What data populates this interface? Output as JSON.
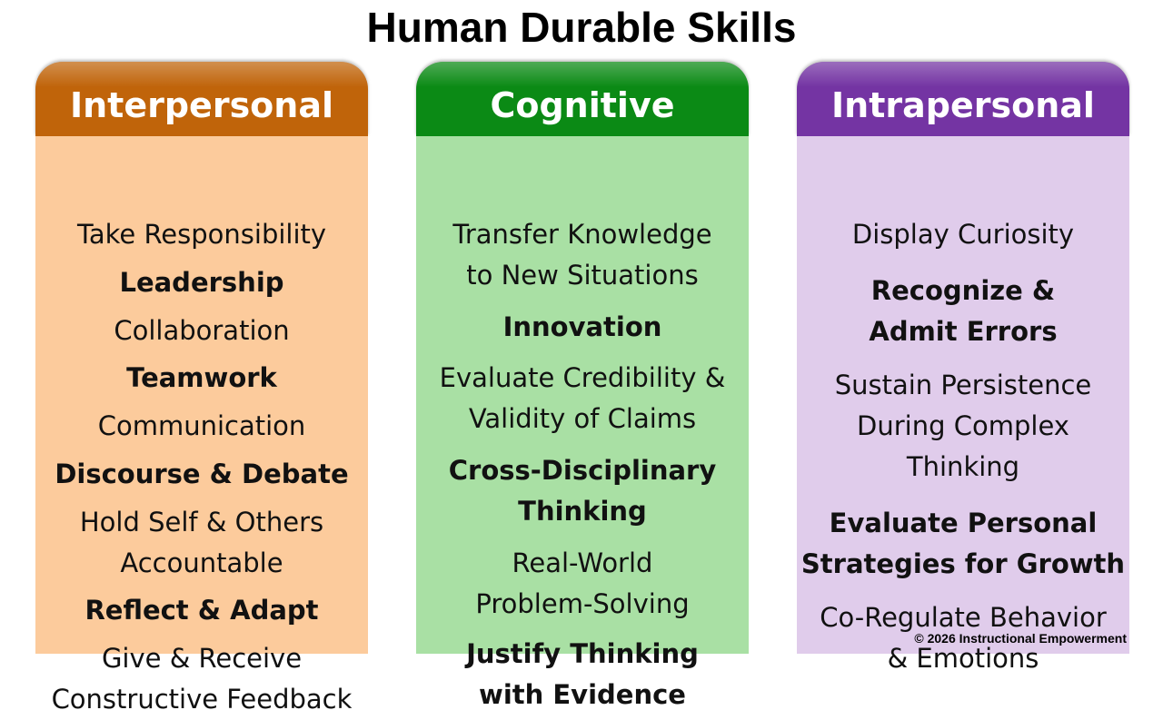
{
  "title": "Human Durable Skills",
  "colors": {
    "interpersonal_header": "#C0640A",
    "interpersonal_body": "#FCCB9C",
    "cognitive_header": "#0B8A15",
    "cognitive_body": "#A9E0A4",
    "intrapersonal_header": "#7434A3",
    "intrapersonal_body": "#E0CCEB"
  },
  "columns": [
    {
      "heading": "Interpersonal",
      "skills": [
        {
          "text": "Take Responsibility",
          "bold": false
        },
        {
          "text": "Leadership",
          "bold": true
        },
        {
          "text": "Collaboration",
          "bold": false
        },
        {
          "text": "Teamwork",
          "bold": true
        },
        {
          "text": "Communication",
          "bold": false
        },
        {
          "text": "Discourse & Debate",
          "bold": true
        },
        {
          "text": "Hold Self & Others\nAccountable",
          "bold": false
        },
        {
          "text": "Reflect & Adapt",
          "bold": true
        },
        {
          "text": "Give & Receive\nConstructive Feedback",
          "bold": false
        }
      ]
    },
    {
      "heading": "Cognitive",
      "skills": [
        {
          "text": "Transfer Knowledge\nto New Situations",
          "bold": false
        },
        {
          "text": "Innovation",
          "bold": true
        },
        {
          "text": "Evaluate Credibility &\nValidity of Claims",
          "bold": false
        },
        {
          "text": "Cross-Disciplinary\nThinking",
          "bold": true
        },
        {
          "text": "Real-World\nProblem-Solving",
          "bold": false
        },
        {
          "text": "Justify Thinking\nwith Evidence",
          "bold": true
        }
      ]
    },
    {
      "heading": "Intrapersonal",
      "skills": [
        {
          "text": "Display Curiosity",
          "bold": false
        },
        {
          "text": "Recognize &\nAdmit Errors",
          "bold": true
        },
        {
          "text": "Sustain Persistence\nDuring Complex\nThinking",
          "bold": false
        },
        {
          "text": "Evaluate Personal\nStrategies for Growth",
          "bold": true
        },
        {
          "text": "Co-Regulate Behavior\n& Emotions",
          "bold": false
        }
      ]
    }
  ],
  "copyright": "© 2026 Instructional Empowerment"
}
